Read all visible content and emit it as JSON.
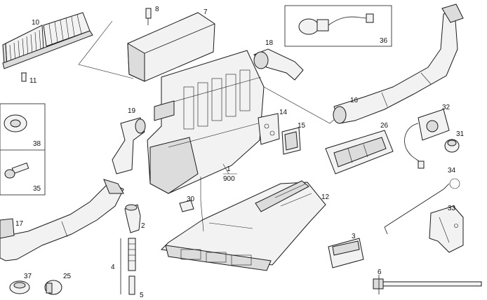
{
  "diagram": {
    "labels": {
      "p10": "10",
      "p11": "11",
      "p8": "8",
      "p7": "7",
      "p36": "36",
      "p18": "18",
      "p19": "19",
      "p14": "14",
      "p15": "15",
      "p16": "16",
      "p32": "32",
      "p26": "26",
      "p31": "31",
      "p38": "38",
      "p35": "35",
      "p1": "1",
      "p900": "900",
      "p34": "34",
      "p12": "12",
      "p30": "30",
      "p17": "17",
      "p2": "2",
      "p33": "33",
      "p3": "3",
      "p4": "4",
      "p37": "37",
      "p25": "25",
      "p5": "5",
      "p6": "6"
    },
    "colors": {
      "line": "#1a1a1a",
      "fill": "#f2f2f2",
      "shade": "#dcdcdc"
    }
  }
}
